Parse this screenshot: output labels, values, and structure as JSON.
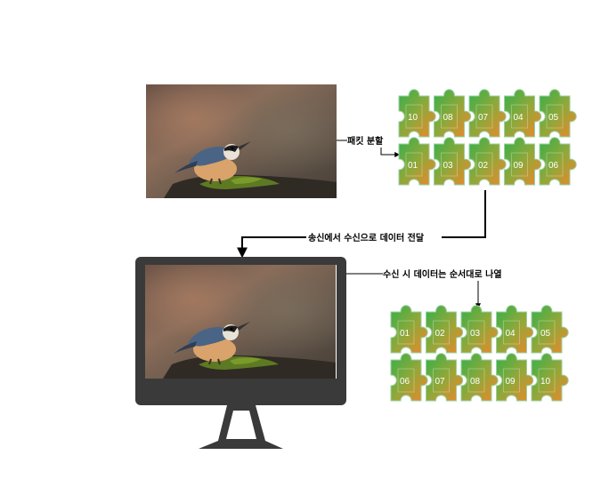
{
  "labels": {
    "packet_split": "패킷 분할",
    "transmit": "송신에서 수신으로 데이터 전달",
    "reassemble": "수신 시 데이터는 순서대로 나열"
  },
  "sent_pieces": {
    "row1": [
      "10",
      "08",
      "07",
      "04",
      "05"
    ],
    "row2": [
      "01",
      "03",
      "02",
      "09",
      "06"
    ]
  },
  "received_pieces": {
    "row1": [
      "01",
      "02",
      "03",
      "04",
      "05"
    ],
    "row2": [
      "06",
      "07",
      "08",
      "09",
      "10"
    ]
  },
  "images": {
    "source_photo": "bird-photo",
    "received_photo": "bird-photo"
  },
  "colors": {
    "puzzle_green": "#3fae49",
    "puzzle_orange": "#f08a24",
    "monitor": "#3a3a3a"
  }
}
